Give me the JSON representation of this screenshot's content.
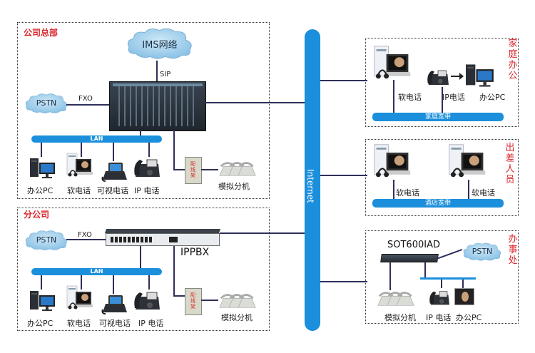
{
  "hq": {
    "title": "公司总部",
    "ims_cloud": "IMS网络",
    "sip_label": "SIP",
    "pstn_cloud": "PSTN",
    "fxo_label": "FXO",
    "lan_label": "LAN",
    "devices": [
      "办公PC",
      "软电话",
      "可视电话",
      "IP 电话"
    ],
    "frame_label": "配线架",
    "analog_label": "模拟分机"
  },
  "branch": {
    "title": "分公司",
    "pstn_cloud": "PSTN",
    "fxo_label": "FXO",
    "ippbx_label": "IPPBX",
    "lan_label": "LAN",
    "devices": [
      "办公PC",
      "软电话",
      "可视电话",
      "IP 电话"
    ],
    "frame_label": "配线架",
    "analog_label": "模拟分机"
  },
  "internet": {
    "label": "Internet",
    "color": "#1b8fdc"
  },
  "home_office": {
    "title": "家庭办公",
    "devices": [
      "软电话",
      "IP电话",
      "办公PC"
    ],
    "broadband": "家庭宽带"
  },
  "travel": {
    "title": "出差人员",
    "devices": [
      "软电话",
      "软电话"
    ],
    "broadband": "酒店宽带"
  },
  "office": {
    "title": "办事处",
    "device_name": "SOT600IAD",
    "pstn_cloud": "PSTN",
    "devices": [
      "模拟分机",
      "IP 电话",
      "办公PC"
    ]
  },
  "colors": {
    "accent_blue": "#1b8fdc",
    "title_red": "#d9262b",
    "wire": "#2f2f5a"
  }
}
